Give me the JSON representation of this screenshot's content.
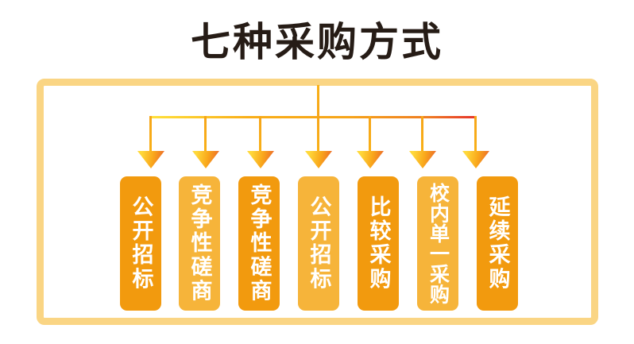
{
  "title": "七种采购方式",
  "diagram": {
    "type": "tree",
    "items": [
      {
        "label": "公开招标",
        "variant": "dark"
      },
      {
        "label": "竞争性磋商",
        "variant": "light"
      },
      {
        "label": "竞争性磋商",
        "variant": "dark"
      },
      {
        "label": "公开招标",
        "variant": "light"
      },
      {
        "label": "比较采购",
        "variant": "dark"
      },
      {
        "label": "校内单一采购",
        "variant": "light"
      },
      {
        "label": "延续采购",
        "variant": "dark"
      }
    ]
  },
  "colors": {
    "bar_dark": "#F29A0E",
    "bar_light": "#F6B43A",
    "frame_border": "#FAD584",
    "title_text": "#261C16",
    "connector_yellow": "#FFE13B",
    "connector_orange": "#F6A519",
    "connector_red": "#E73B2B",
    "bar_text": "#FFFFFF"
  }
}
